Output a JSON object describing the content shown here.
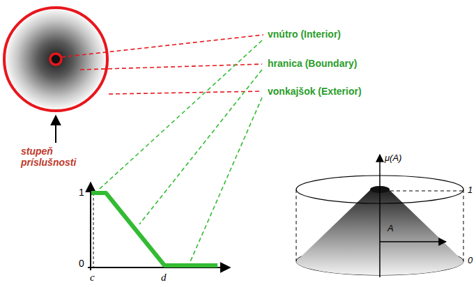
{
  "diagram": {
    "labels": [
      "vnútro (Interior)",
      "hranica (Boundary)",
      "vonkajšok (Exterior)",
      "stupeň príslušnosti",
      "1",
      "0",
      "c",
      "d",
      "μ(A)",
      "1",
      "A",
      "0"
    ]
  }
}
